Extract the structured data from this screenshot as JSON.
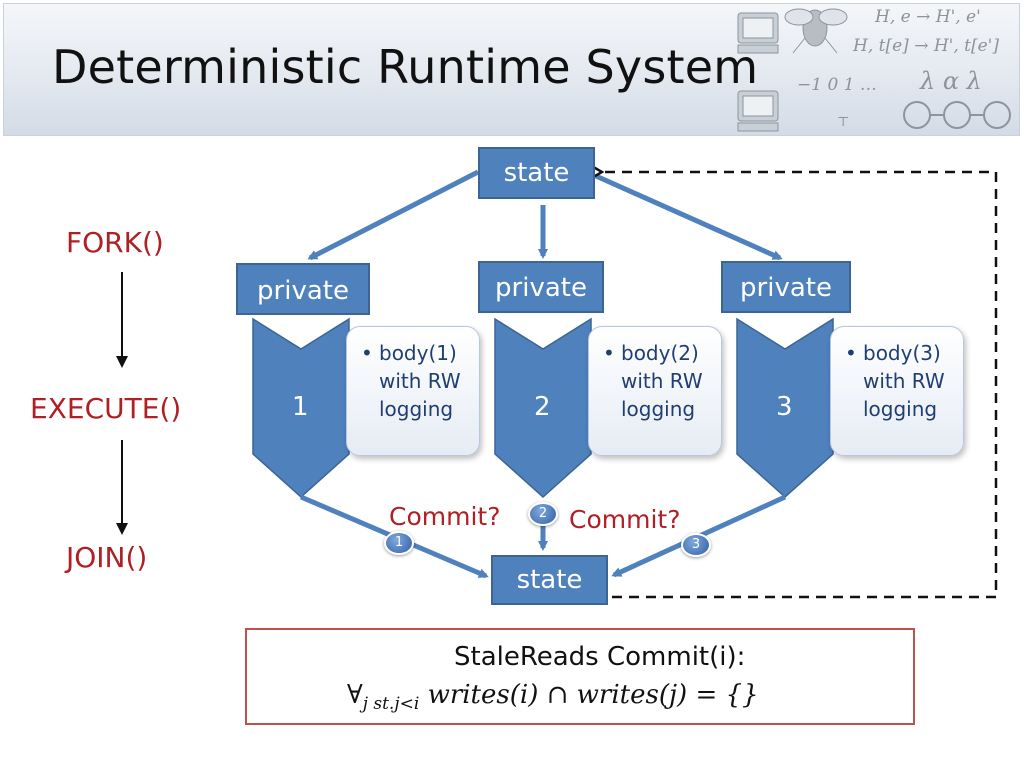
{
  "title": "Deterministic Runtime System",
  "decoration": {
    "line1": "H, e → H', e'",
    "line2": "H, t[e] → H', t[e']",
    "line3": "−1  0  1 …",
    "line4": "⊤",
    "line5": "λ α λ"
  },
  "stages": {
    "fork": "FORK()",
    "execute": "EXECUTE()",
    "join": "JOIN()"
  },
  "nodes": {
    "state_top": "state",
    "state_bottom": "state",
    "private": "private"
  },
  "threads": [
    {
      "number": "1",
      "body_lines": [
        "body(1)",
        "with RW",
        "logging"
      ]
    },
    {
      "number": "2",
      "body_lines": [
        "body(2)",
        "with RW",
        "logging"
      ]
    },
    {
      "number": "3",
      "body_lines": [
        "body(3)",
        "with RW",
        "logging"
      ]
    }
  ],
  "bullet": "•",
  "commit_label": "Commit?",
  "badges": [
    "1",
    "2",
    "3"
  ],
  "formula": {
    "heading": "StaleReads Commit(i):",
    "forall": "∀",
    "subscript": "j st.j<i",
    "expression": "writes(i) ∩ writes(j) = {}"
  },
  "colors": {
    "accent_blue": "#4f81bd",
    "stage_red": "#b01f24",
    "box_border": "#c0504d"
  }
}
